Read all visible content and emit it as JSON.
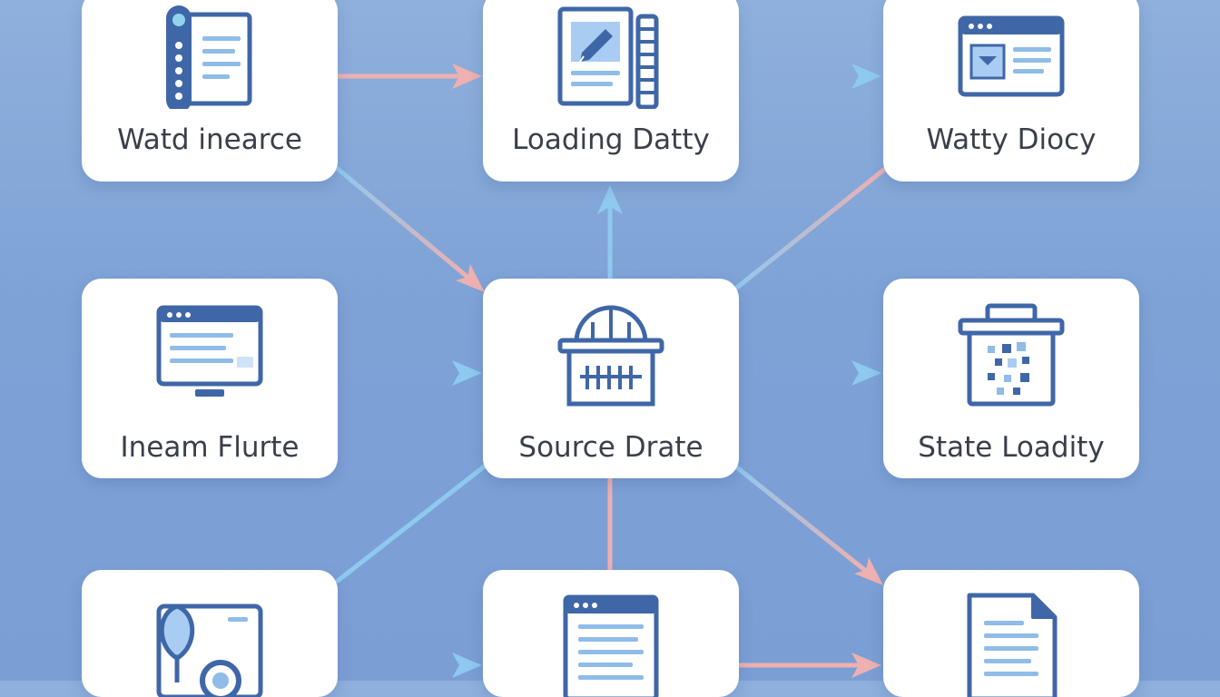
{
  "diagram": {
    "nodes": [
      {
        "id": "a",
        "label": "Watd inearce",
        "icon": "sidebar-window-icon"
      },
      {
        "id": "b",
        "label": "Loading Datty",
        "icon": "edit-document-icon"
      },
      {
        "id": "c",
        "label": "Watty Diocy",
        "icon": "browser-image-icon"
      },
      {
        "id": "d",
        "label": "Ineam Flurte",
        "icon": "monitor-icon"
      },
      {
        "id": "e",
        "label": "Source Drate",
        "icon": "dome-building-icon"
      },
      {
        "id": "f",
        "label": "State Loadity",
        "icon": "trash-bin-icon"
      },
      {
        "id": "g",
        "label": "",
        "icon": "map-pin-icon"
      },
      {
        "id": "h",
        "label": "",
        "icon": "document-window-icon"
      },
      {
        "id": "i",
        "label": "",
        "icon": "file-icon"
      }
    ],
    "edges": [
      {
        "from": "a",
        "to": "b"
      },
      {
        "from": "b",
        "to": "c"
      },
      {
        "from": "a",
        "to": "e"
      },
      {
        "from": "e",
        "to": "b"
      },
      {
        "from": "e",
        "to": "c"
      },
      {
        "from": "d",
        "to": "e"
      },
      {
        "from": "e",
        "to": "f"
      },
      {
        "from": "g",
        "to": "e"
      },
      {
        "from": "e",
        "to": "i"
      },
      {
        "from": "e",
        "to": "h"
      },
      {
        "from": "g",
        "to": "h"
      },
      {
        "from": "h",
        "to": "i"
      }
    ],
    "colors": {
      "background": "#7ea2d6",
      "card": "#ffffff",
      "icon_stroke": "#3f67a8",
      "icon_fill_light": "#a9cdf2",
      "arrow_blue": "#8ec9ef",
      "arrow_pink": "#eeb0b0",
      "label_text": "#3a3f4a"
    }
  }
}
